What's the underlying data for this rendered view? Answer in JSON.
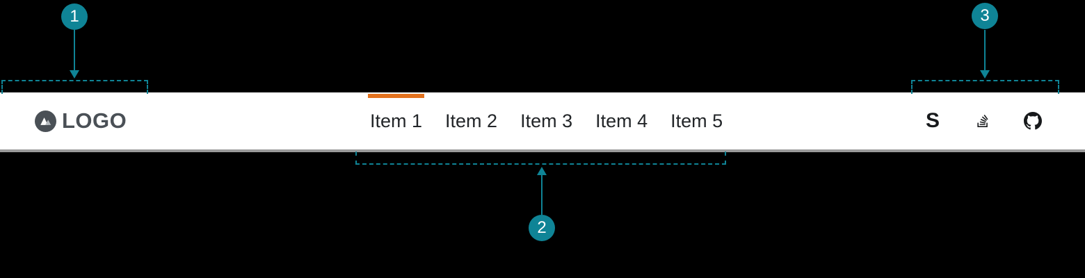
{
  "navbar": {
    "logo": {
      "text": "LOGO",
      "icon": "mountain-logo-icon"
    },
    "items": [
      {
        "label": "Item 1",
        "active": true
      },
      {
        "label": "Item 2",
        "active": false
      },
      {
        "label": "Item 3",
        "active": false
      },
      {
        "label": "Item 4",
        "active": false
      },
      {
        "label": "Item 5",
        "active": false
      }
    ],
    "icons": [
      {
        "name": "stacks-s-icon",
        "glyph": "S"
      },
      {
        "name": "stackoverflow-icon"
      },
      {
        "name": "github-icon"
      }
    ],
    "colors": {
      "background": "#ffffff",
      "active_indicator": "#e2711d",
      "item_text": "#232629",
      "logo_text": "#4a5056",
      "icon": "#17191b",
      "border_bottom": "#9a9a9a"
    }
  },
  "annotations": {
    "color": "#0f8496",
    "markers": [
      {
        "number": "1",
        "target": "logo-region"
      },
      {
        "number": "2",
        "target": "nav-items-region"
      },
      {
        "number": "3",
        "target": "icons-region"
      }
    ]
  }
}
